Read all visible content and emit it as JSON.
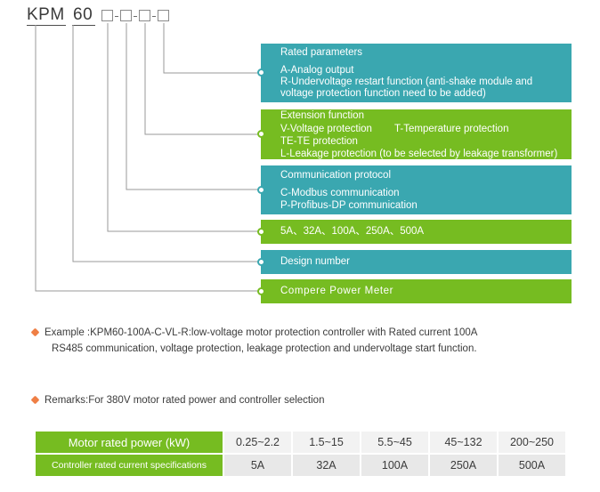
{
  "model_code": {
    "prefix": "KPM",
    "series": "60",
    "placeholder_count": 4,
    "separator": "-"
  },
  "colors": {
    "teal": "#3aa7b0",
    "green": "#76bc21",
    "orange_bullet": "#ef7f45",
    "text_dark": "#3b3b3b",
    "table_cell": "#f2f2f2"
  },
  "callouts": [
    {
      "id": "rated-parameters",
      "color": "#3aa7b0",
      "title": "Rated parameters",
      "lines": [
        "A-Analog output",
        "R-Undervoltage restart function (anti-shake module and voltage protection function need to be added)"
      ]
    },
    {
      "id": "extension-function",
      "color": "#76bc21",
      "title": "Extension function",
      "line_left": "V-Voltage protection",
      "line_right": "T-Temperature protection",
      "lines": [
        "TE-TE protection",
        "L-Leakage protection (to be selected by leakage transformer)"
      ]
    },
    {
      "id": "communication-protocol",
      "color": "#3aa7b0",
      "title": "Communication protocol",
      "lines": [
        "C-Modbus communication",
        "P-Profibus-DP communication"
      ]
    },
    {
      "id": "current-specifications",
      "color": "#76bc21",
      "title": "5A、32A、100A、250A、500A",
      "lines": []
    },
    {
      "id": "design-number",
      "color": "#3aa7b0",
      "title": "Design number",
      "lines": []
    },
    {
      "id": "compere-power-meter",
      "color": "#76bc21",
      "title": "Compere Power Meter",
      "lines": []
    }
  ],
  "notes": [
    {
      "id": "example",
      "line1": "Example :KPM60-100A-C-VL-R:low-voltage motor protection controller with Rated current 100A",
      "line2": "RS485 communication, voltage protection, leakage protection and undervoltage start function."
    },
    {
      "id": "remarks",
      "line1": "Remarks:For 380V motor rated power and controller selection"
    }
  ],
  "spec_table": {
    "row_headers": [
      "Motor rated power (kW)",
      "Controller rated current specifications"
    ],
    "rows": [
      [
        "0.25~2.2",
        "1.5~15",
        "5.5~45",
        "45~132",
        "200~250"
      ],
      [
        "5A",
        "32A",
        "100A",
        "250A",
        "500A"
      ]
    ]
  }
}
